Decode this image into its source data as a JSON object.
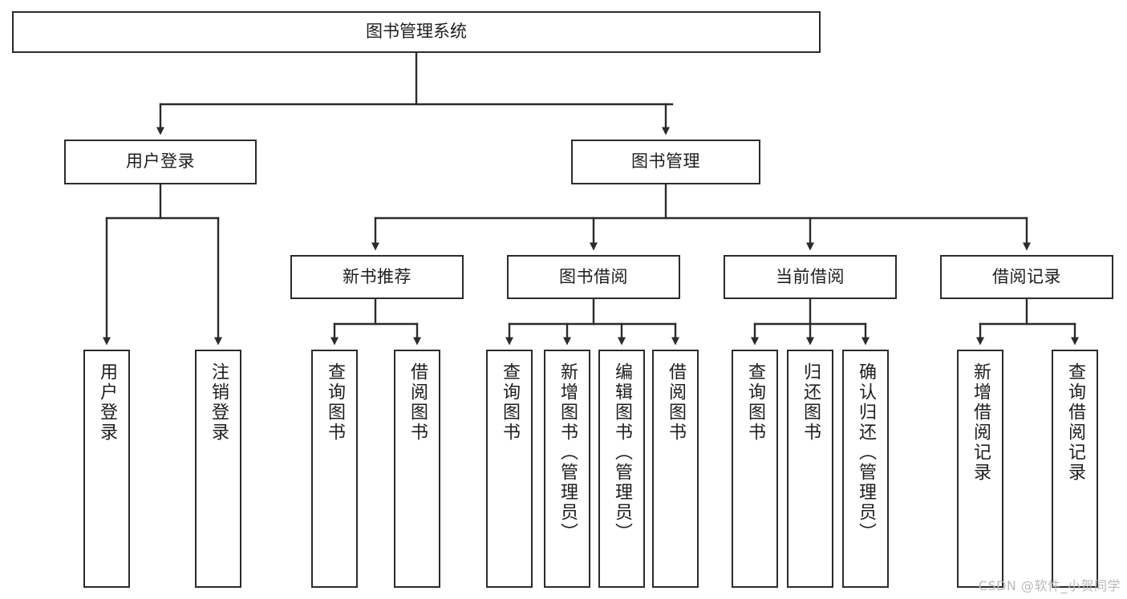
{
  "diagram": {
    "title": "图书管理系统",
    "stroke_color": "#2b2b2b",
    "fill_color": "#ffffff",
    "text_color": "#1d1d1d"
  },
  "nodes": {
    "root": {
      "label": "图书管理系统"
    },
    "level2": [
      {
        "label": "用户登录"
      },
      {
        "label": "图书管理"
      }
    ],
    "level3": [
      {
        "label": "新书推荐"
      },
      {
        "label": "图书借阅"
      },
      {
        "label": "当前借阅"
      },
      {
        "label": "借阅记录"
      }
    ],
    "leaves": [
      {
        "label": "用户登录"
      },
      {
        "label": "注销登录"
      },
      {
        "label": "查询图书"
      },
      {
        "label": "借阅图书"
      },
      {
        "label": "查询图书"
      },
      {
        "label": "新增图书（管理员）"
      },
      {
        "label": "编辑图书（管理员）"
      },
      {
        "label": "借阅图书"
      },
      {
        "label": "查询图书"
      },
      {
        "label": "归还图书"
      },
      {
        "label": "确认归还（管理员）"
      },
      {
        "label": "新增借阅记录"
      },
      {
        "label": "查询借阅记录"
      }
    ]
  },
  "watermark": {
    "text": "CSDN @软件_小贺同学"
  }
}
